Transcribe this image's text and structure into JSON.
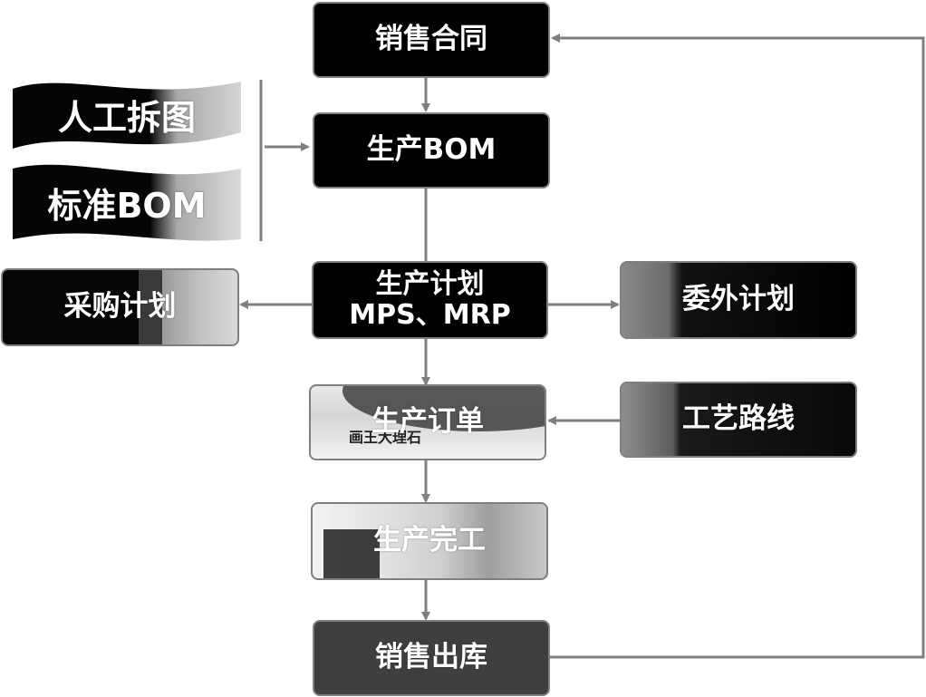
{
  "nodes": {
    "sales_contract": "销售合同",
    "production_bom": "生产BOM",
    "production_plan_line1": "生产计划",
    "production_plan_line2": "MPS、MRP",
    "purchase_plan": "采购计划",
    "outsource_plan": "委外计划",
    "production_order": "生产订单",
    "production_order_sign": "画王大理石",
    "routing": "工艺路线",
    "production_complete": "生产完工",
    "sales_outbound": "销售出库"
  },
  "inputs": {
    "manual_breakdown": "人工拆图",
    "standard_bom": "标准BOM"
  }
}
